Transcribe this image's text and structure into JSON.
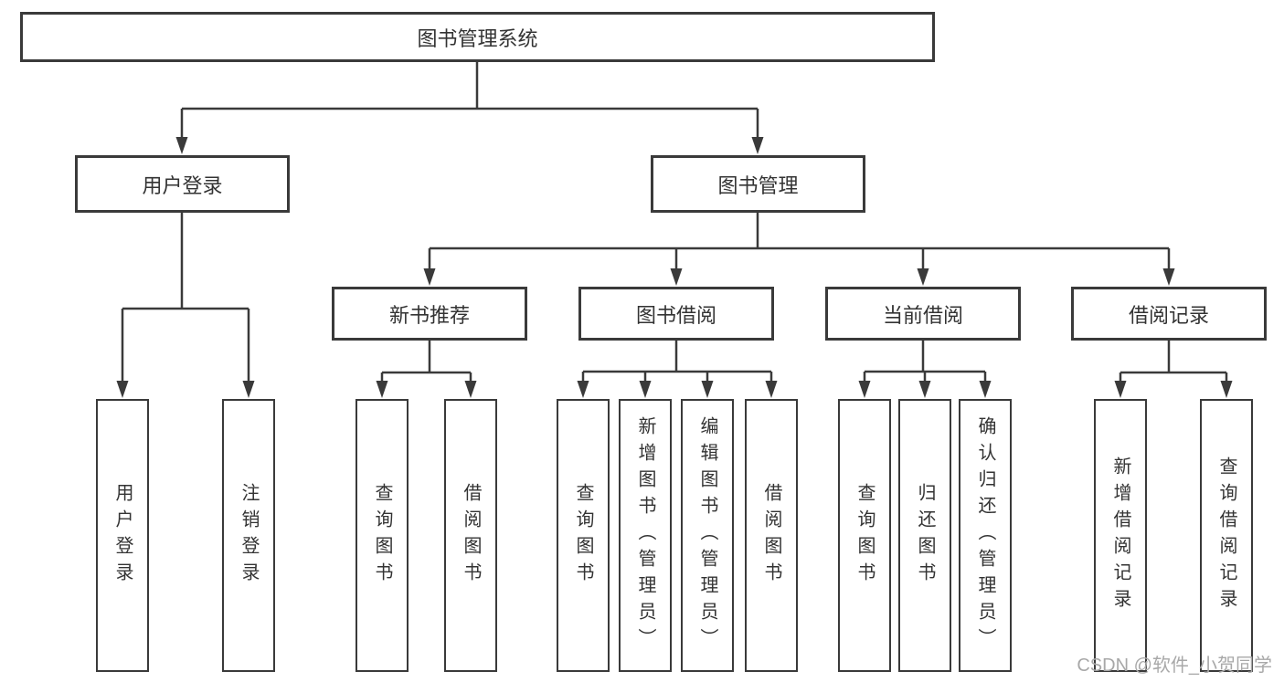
{
  "diagram_title": "图书管理系统",
  "tree": {
    "root": {
      "label": "图书管理系统"
    },
    "branches": [
      {
        "label": "用户登录",
        "children": [
          {
            "label": "用户登录"
          },
          {
            "label": "注销登录"
          }
        ]
      },
      {
        "label": "图书管理",
        "sections": [
          {
            "label": "新书推荐",
            "children": [
              {
                "label": "查询图书"
              },
              {
                "label": "借阅图书"
              }
            ]
          },
          {
            "label": "图书借阅",
            "children": [
              {
                "label": "查询图书"
              },
              {
                "label": "新增图书（管理员）"
              },
              {
                "label": "编辑图书（管理员）"
              },
              {
                "label": "借阅图书"
              }
            ]
          },
          {
            "label": "当前借阅",
            "children": [
              {
                "label": "查询图书"
              },
              {
                "label": "归还图书"
              },
              {
                "label": "确认归还（管理员）"
              }
            ]
          },
          {
            "label": "借阅记录",
            "children": [
              {
                "label": "新增借阅记录"
              },
              {
                "label": "查询借阅记录"
              }
            ]
          }
        ]
      }
    ]
  },
  "watermark": {
    "text": "CSDN @软件_小贺同学"
  },
  "colors": {
    "line": "#3a3a3a",
    "text": "#333333",
    "background": "#ffffff",
    "watermark_text": "#a8a8a8"
  }
}
